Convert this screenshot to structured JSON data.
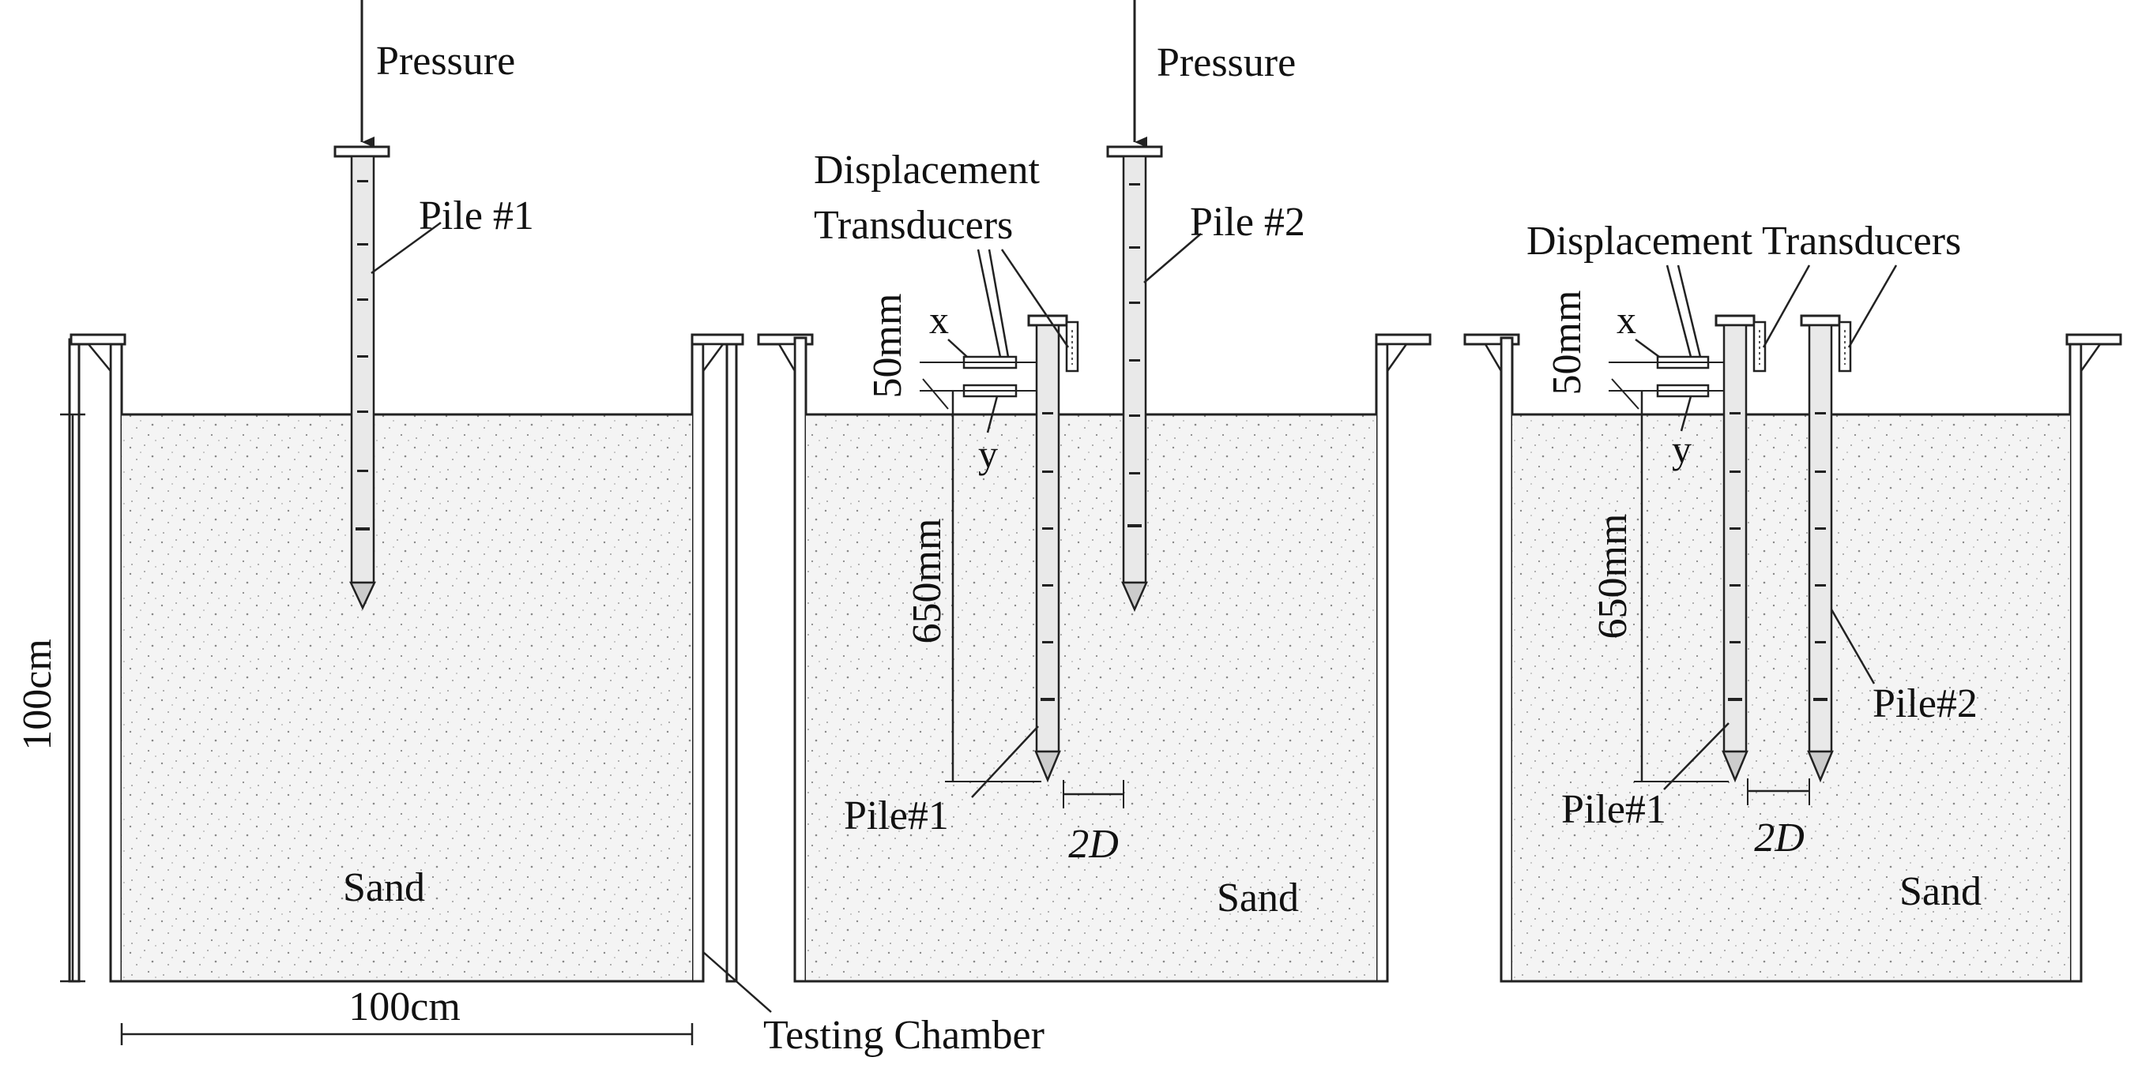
{
  "colors": {
    "ink": "#222222",
    "sand_fill": "#f4f4f4",
    "pile_fill": "#e9e9e9",
    "background": "#ffffff"
  },
  "panel1": {
    "pressure_label": "Pressure",
    "pile_label": "Pile #1",
    "sand_label": "Sand",
    "height_dim_label": "100cm",
    "width_dim_label": "100cm",
    "chamber_label": "Testing Chamber"
  },
  "panel2": {
    "pressure_label": "Pressure",
    "transducers_label_line1": "Displacement",
    "transducers_label_line2": "Transducers",
    "pile2_label": "Pile #2",
    "pile1_label": "Pile#1",
    "x_label": "x",
    "y_label": "y",
    "offset_dim_label": "50mm",
    "depth_dim_label": "650mm",
    "spacing_label": "2D",
    "sand_label": "Sand"
  },
  "panel3": {
    "transducers_label": "Displacement Transducers",
    "x_label": "x",
    "y_label": "y",
    "offset_dim_label": "50mm",
    "depth_dim_label": "650mm",
    "pile1_label": "Pile#1",
    "pile2_label": "Pile#2",
    "spacing_label": "2D",
    "sand_label": "Sand"
  },
  "icons": [
    "pressure-arrow-icon",
    "pile-tip-icon",
    "chamber-bracket-icon",
    "displacement-transducer-icon"
  ]
}
